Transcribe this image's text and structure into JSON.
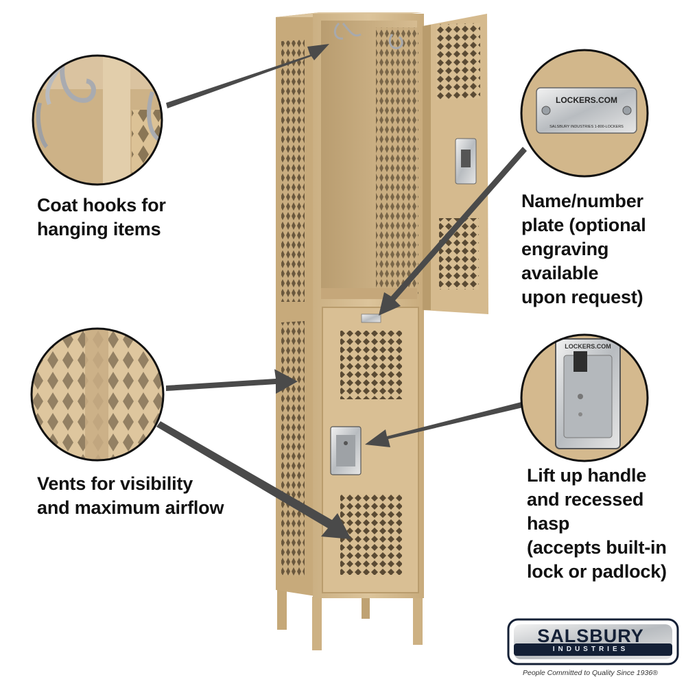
{
  "callouts": {
    "coat_hooks": "Coat hooks for\nhanging items",
    "name_plate": "Name/number\nplate (optional\nengraving available\nupon request)",
    "vents": "Vents for visibility\nand maximum airflow",
    "handle": "Lift up handle\nand recessed hasp\n(accepts built-in\nlock or padlock)"
  },
  "insets": {
    "name_plate_brand": "LOCKERS.COM",
    "name_plate_small": "SALSBURY INDUSTRIES   1-800-LOCKERS",
    "handle_brand": "LOCKERS.COM"
  },
  "logo": {
    "wordmark": "SALSBURY",
    "sub": "INDUSTRIES",
    "tagline": "People Committed to Quality Since 1936®"
  },
  "colors": {
    "tan": "#d4b98e",
    "tan_light": "#e2cda6",
    "tan_dark": "#b89b6d",
    "arrow": "#4a4a4a",
    "logo_navy": "#142036"
  }
}
